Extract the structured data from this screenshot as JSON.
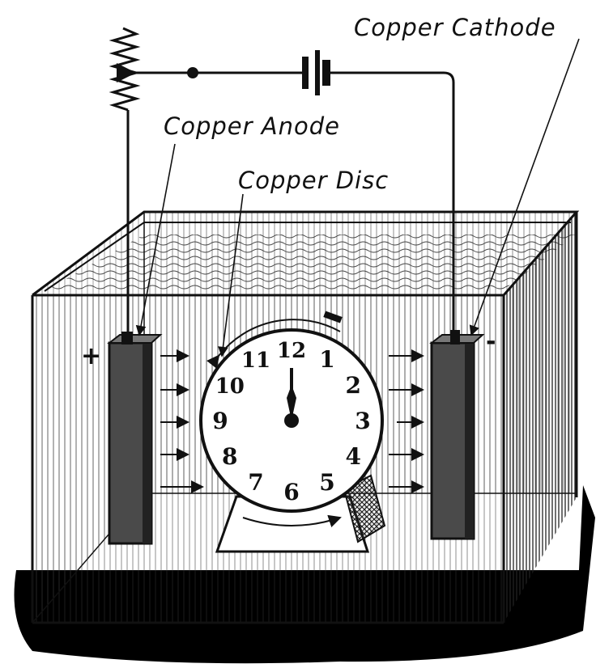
{
  "labels": {
    "cathode": "Copper Cathode",
    "anode": "Copper Anode",
    "disc": "Copper Disc"
  },
  "polarity": {
    "positive": "+",
    "negative": "-"
  },
  "clock": {
    "numbers": [
      "12",
      "1",
      "2",
      "3",
      "4",
      "5",
      "6",
      "7",
      "8",
      "9",
      "10",
      "11"
    ],
    "hands_time": "12:00"
  },
  "colors": {
    "ink": "#111111",
    "electrode": "#4a4a4a",
    "tank_shadow": "#000000",
    "background": "#ffffff"
  }
}
